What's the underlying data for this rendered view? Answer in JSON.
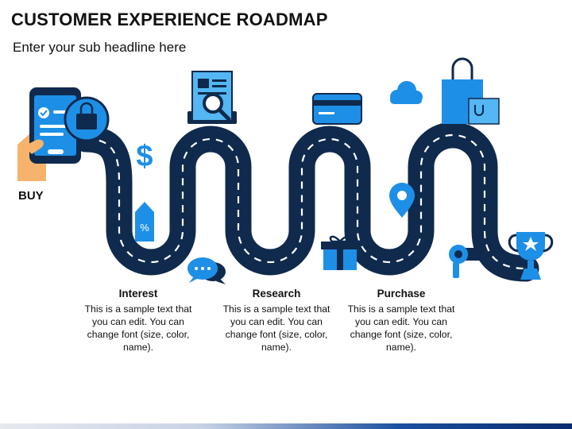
{
  "header": {
    "title": "CUSTOMER EXPERIENCE ROADMAP",
    "subtitle": "Enter your sub headline here"
  },
  "start_label": "BUY",
  "stages": [
    {
      "title": "Interest",
      "description": "This is a sample text that you can edit. You can change font (size, color, name)."
    },
    {
      "title": "Research",
      "description": "This is a sample text that you can edit. You can change font (size, color, name)."
    },
    {
      "title": "Purchase",
      "description": "This is a sample text that you can edit. You can change font (size, color, name)."
    }
  ],
  "icons": [
    "phone-hand-icon",
    "dollar-icon",
    "percent-tag-icon",
    "chat-bubbles-icon",
    "document-search-icon",
    "credit-card-icon",
    "gift-icon",
    "cloud-icon",
    "location-pin-icon",
    "shopping-bags-icon",
    "hair-dryer-icon",
    "trophy-icon"
  ],
  "badges": {
    "percent": "%",
    "dollar": "$"
  },
  "colors": {
    "road": "#0f2a4d",
    "accent": "#1e8fe6",
    "light_accent": "#54b6f2",
    "skin": "#f7b36b"
  }
}
